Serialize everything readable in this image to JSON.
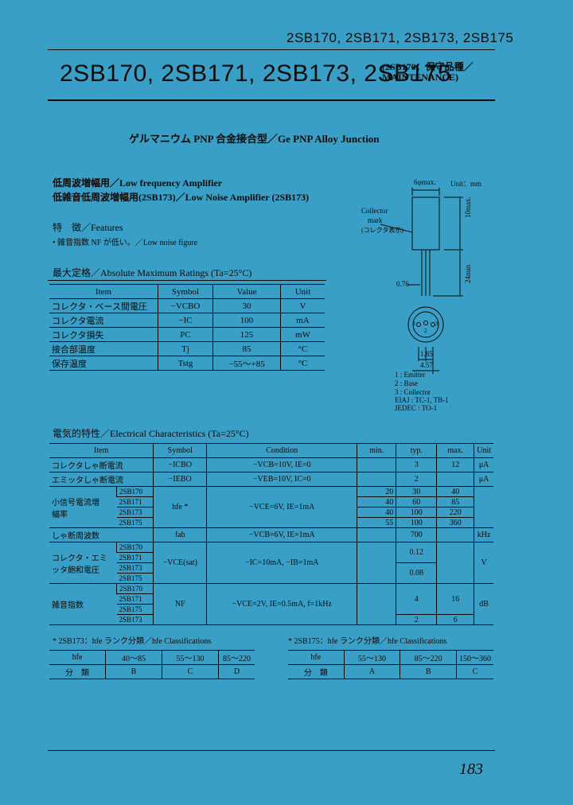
{
  "header": {
    "part_list": "2SB170, 2SB171, 2SB173, 2SB175",
    "title": "2SB170, 2SB171, 2SB173, 2SB175",
    "maintenance_note_line1": "(2SB170：保守品種／",
    "maintenance_note_line2": "MAINTENANCE)",
    "subtitle": "ゲルマニウム PNP 合金接合型／Ge PNP Alloy Junction"
  },
  "applications": [
    "低周波増幅用／Low frequency Amplifier",
    "低雑音低周波増幅用(2SB173)／Low Noise Amplifier (2SB173)"
  ],
  "features": {
    "heading": "特　徴／Features",
    "items": [
      "• 雑音指数 NF が低い。／Low noise figure"
    ]
  },
  "abs_max": {
    "heading": "最大定格／Absolute Maximum Ratings (Ta=25°C)",
    "columns": [
      "Item",
      "Symbol",
      "Value",
      "Unit"
    ],
    "rows": [
      [
        "コレクタ・ベース間電圧",
        "−VCBO",
        "30",
        "V"
      ],
      [
        "コレクタ電流",
        "−IC",
        "100",
        "mA"
      ],
      [
        "コレクタ損失",
        "PC",
        "125",
        "mW"
      ],
      [
        "接合部温度",
        "Tj",
        "85",
        "°C"
      ],
      [
        "保存温度",
        "Tstg",
        "−55～+85",
        "°C"
      ]
    ]
  },
  "package": {
    "unit": "Unit：mm",
    "dim_top": "6φmax.",
    "dim_height": "10max.",
    "dim_lead": "24min",
    "dim_lead_dia": "0.76",
    "collector_mark_1": "Collector",
    "collector_mark_2": "mark",
    "collector_mark_jp": "(コレクタ表示)",
    "dim_a": "1.85",
    "dim_b": "4.57",
    "pins": [
      "1 : Emitter",
      "2 : Base",
      "3 : Collector"
    ],
    "eiaj": "EIAJ : TC-1, TB-1",
    "jedec": "JEDEC : TO-1",
    "pin_labels": [
      "1",
      "2",
      "3"
    ]
  },
  "elec": {
    "heading": "電気的特性／Electrical Characteristics (Ta=25°C)",
    "columns": [
      "Item",
      "Symbol",
      "Condition",
      "min.",
      "typ.",
      "max.",
      "Unit"
    ],
    "icbo": {
      "item": "コレクタしゃ断電流",
      "symbol": "−ICBO",
      "condition": "−VCB=10V,  IE=0",
      "typ": "3",
      "max": "12",
      "unit": "μA"
    },
    "iebo": {
      "item": "エミッタしゃ断電流",
      "symbol": "−IEBO",
      "condition": "−VEB=10V,  IC=0",
      "typ": "2",
      "max": "",
      "unit": "μA"
    },
    "hfe": {
      "item1": "小信号電流増",
      "item2": "幅率",
      "symbol": "hfe *",
      "condition": "−VCE=6V,  IE=1mA",
      "parts": [
        "2SB170",
        "2SB171",
        "2SB173",
        "2SB175"
      ],
      "min": [
        "20",
        "40",
        "40",
        "55"
      ],
      "typ": [
        "30",
        "60",
        "100",
        "100"
      ],
      "max": [
        "40",
        "85",
        "220",
        "360"
      ]
    },
    "fab": {
      "item": "しゃ断周波数",
      "symbol": "fab",
      "condition": "−VCB=6V,  IE=1mA",
      "typ": "700",
      "unit": "kHz"
    },
    "vcesat": {
      "item1": "コレクタ・エミ",
      "item2": "ッタ飽和電圧",
      "symbol": "−VCE(sat)",
      "condition": "−IC=10mA,  −IB=1mA",
      "parts": [
        "2SB170",
        "2SB171",
        "2SB173",
        "2SB175"
      ],
      "typ1": "0.12",
      "typ2": "0.08",
      "unit": "V"
    },
    "nf": {
      "item": "雑音指数",
      "symbol": "NF",
      "condition": "−VCE=2V, IE=0.5mA, f=1kHz",
      "parts": [
        "2SB170",
        "2SB171",
        "2SB175",
        "2SB173"
      ],
      "typ1": "4",
      "max1": "16",
      "typ2": "2",
      "max2": "6",
      "unit": "dB"
    }
  },
  "class_173": {
    "heading": "* 2SB173：hfe ランク分類／hfe Classifications",
    "header": [
      "hfe",
      "40～85",
      "55～130",
      "85～220"
    ],
    "row": [
      "分　類",
      "B",
      "C",
      "D"
    ]
  },
  "class_175": {
    "heading": "* 2SB175：hfe ランク分類／hfe Classifications",
    "header": [
      "hfe",
      "55～130",
      "85～220",
      "150～360"
    ],
    "row": [
      "分　類",
      "A",
      "B",
      "C"
    ]
  },
  "page_number": "183"
}
